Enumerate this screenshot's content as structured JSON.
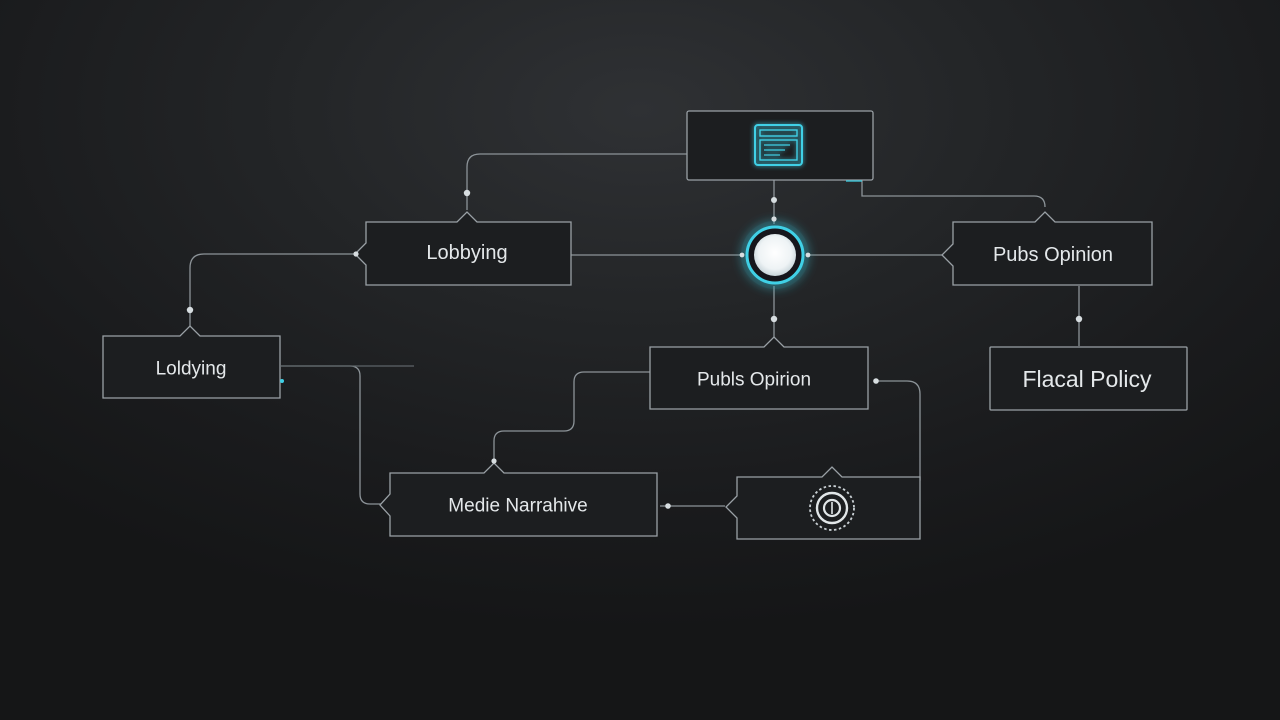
{
  "diagram": {
    "nodes": [
      {
        "id": "top-card",
        "label": ""
      },
      {
        "id": "lobbying-main",
        "label": "Lobbying"
      },
      {
        "id": "lobbying-left",
        "label": "Loldying"
      },
      {
        "id": "public-opinion-right",
        "label": "Pubs Opinion"
      },
      {
        "id": "public-opinion-center",
        "label": "Publs Opirion"
      },
      {
        "id": "fiscal-policy",
        "label": "Flacal Policy"
      },
      {
        "id": "media-narrative",
        "label": "Medie Narrahive"
      },
      {
        "id": "target-card",
        "label": ""
      }
    ],
    "edges": [
      {
        "from": "top-card",
        "to": "lobbying-main"
      },
      {
        "from": "top-card",
        "to": "public-opinion-right"
      },
      {
        "from": "top-card",
        "to": "hub"
      },
      {
        "from": "hub",
        "to": "lobbying-main"
      },
      {
        "from": "hub",
        "to": "public-opinion-right"
      },
      {
        "from": "hub",
        "to": "public-opinion-center"
      },
      {
        "from": "lobbying-main",
        "to": "lobbying-left"
      },
      {
        "from": "lobbying-left",
        "to": "media-narrative"
      },
      {
        "from": "public-opinion-center",
        "to": "media-narrative"
      },
      {
        "from": "target-card",
        "to": "media-narrative"
      },
      {
        "from": "target-card",
        "to": "public-opinion-center"
      },
      {
        "from": "public-opinion-right",
        "to": "fiscal-policy"
      }
    ],
    "icons": {
      "top_card": "window-icon",
      "hub": "glowing-circle-icon",
      "target_card": "target-icon"
    },
    "colors": {
      "accent": "#3fd0e6",
      "node_border": "#9aa1a6",
      "line": "#8c9398",
      "text": "#e4e8ea"
    }
  }
}
